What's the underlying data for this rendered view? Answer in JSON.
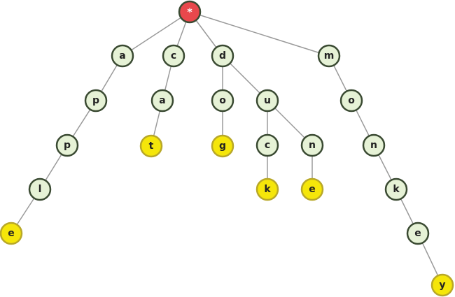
{
  "colors": {
    "root_fill": "#e8484c",
    "root_stroke": "#3a4a32",
    "root_text": "#ffffff",
    "node_fill": "#e6f2d6",
    "node_stroke": "#3a4a32",
    "node_text": "#222222",
    "terminal_fill": "#f5e60a",
    "terminal_stroke": "#b8a828",
    "edge": "#9a9a9a"
  },
  "tree": {
    "nodes": [
      {
        "id": "root",
        "label": "*",
        "kind": "root"
      },
      {
        "id": "a",
        "label": "a",
        "kind": "node"
      },
      {
        "id": "ap",
        "label": "p",
        "kind": "node"
      },
      {
        "id": "app",
        "label": "p",
        "kind": "node"
      },
      {
        "id": "appl",
        "label": "l",
        "kind": "node"
      },
      {
        "id": "apple",
        "label": "e",
        "kind": "terminal"
      },
      {
        "id": "c",
        "label": "c",
        "kind": "node"
      },
      {
        "id": "ca",
        "label": "a",
        "kind": "node"
      },
      {
        "id": "cat",
        "label": "t",
        "kind": "terminal"
      },
      {
        "id": "d",
        "label": "d",
        "kind": "node"
      },
      {
        "id": "do",
        "label": "o",
        "kind": "node"
      },
      {
        "id": "dog",
        "label": "g",
        "kind": "terminal"
      },
      {
        "id": "du",
        "label": "u",
        "kind": "node"
      },
      {
        "id": "duc",
        "label": "c",
        "kind": "node"
      },
      {
        "id": "duck",
        "label": "k",
        "kind": "terminal"
      },
      {
        "id": "dun",
        "label": "n",
        "kind": "node"
      },
      {
        "id": "dune",
        "label": "e",
        "kind": "terminal"
      },
      {
        "id": "m",
        "label": "m",
        "kind": "node"
      },
      {
        "id": "mo",
        "label": "o",
        "kind": "node"
      },
      {
        "id": "mon",
        "label": "n",
        "kind": "node"
      },
      {
        "id": "monk",
        "label": "k",
        "kind": "node"
      },
      {
        "id": "monke",
        "label": "e",
        "kind": "node"
      },
      {
        "id": "monkey",
        "label": "y",
        "kind": "terminal"
      }
    ],
    "edges": [
      [
        "root",
        "a"
      ],
      [
        "a",
        "ap"
      ],
      [
        "ap",
        "app"
      ],
      [
        "app",
        "appl"
      ],
      [
        "appl",
        "apple"
      ],
      [
        "root",
        "c"
      ],
      [
        "c",
        "ca"
      ],
      [
        "ca",
        "cat"
      ],
      [
        "root",
        "d"
      ],
      [
        "d",
        "do"
      ],
      [
        "do",
        "dog"
      ],
      [
        "d",
        "du"
      ],
      [
        "du",
        "duc"
      ],
      [
        "duc",
        "duck"
      ],
      [
        "du",
        "dun"
      ],
      [
        "dun",
        "dune"
      ],
      [
        "root",
        "m"
      ],
      [
        "m",
        "mo"
      ],
      [
        "mo",
        "mon"
      ],
      [
        "mon",
        "monk"
      ],
      [
        "monk",
        "monke"
      ],
      [
        "monke",
        "monkey"
      ]
    ]
  }
}
